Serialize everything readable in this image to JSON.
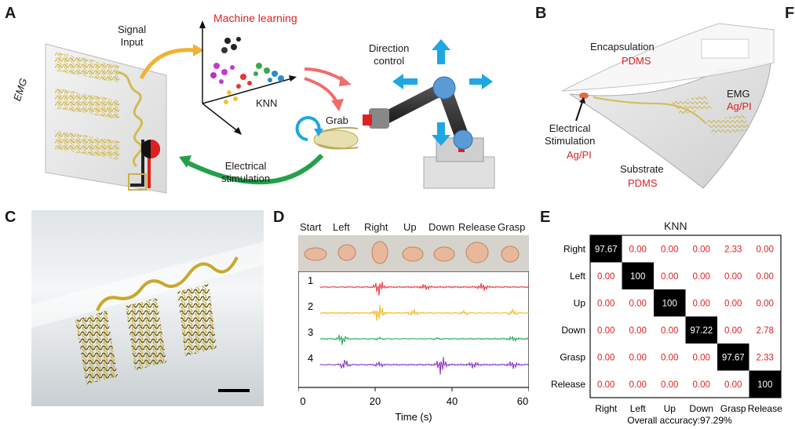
{
  "panels": {
    "a": "A",
    "b": "B",
    "c": "C",
    "d": "D",
    "e": "E",
    "edge": "F"
  },
  "panel_a": {
    "signal_input": "Signal\nInput",
    "machine_learning": "Machine learning",
    "knn": "KNN",
    "emg": "EMG",
    "direction_control": "Direction\ncontrol",
    "grab": "Grab",
    "electrical_stimulation": "Electrical\nstimulation"
  },
  "panel_b": {
    "encapsulation": "Encapsulation",
    "encapsulation_material": "PDMS",
    "emg": "EMG",
    "emg_material": "Ag/PI",
    "electrical_stimulation": "Electrical\nStimulation",
    "stimulation_material": "Ag/PI",
    "substrate": "Substrate",
    "substrate_material": "PDMS"
  },
  "panel_d": {
    "gestures": [
      "Start",
      "Left",
      "Right",
      "Up",
      "Down",
      "Release",
      "Grasp"
    ],
    "channels": [
      {
        "label": "1",
        "color": "#e8323c"
      },
      {
        "label": "2",
        "color": "#f2b81d"
      },
      {
        "label": "3",
        "color": "#1fa84f"
      },
      {
        "label": "4",
        "color": "#8a2cc4"
      }
    ],
    "xlabel": "Time (s)",
    "xticks": [
      "0",
      "20",
      "40",
      "60"
    ]
  },
  "chart_data": {
    "type": "heatmap",
    "title": "KNN",
    "rows": [
      "Right",
      "Left",
      "Up",
      "Down",
      "Grasp",
      "Release"
    ],
    "columns": [
      "Right",
      "Left",
      "Up",
      "Down",
      "Grasp",
      "Release"
    ],
    "values": [
      [
        "97.67",
        "0.00",
        "0.00",
        "0.00",
        "2.33",
        "0.00"
      ],
      [
        "0.00",
        "100",
        "0.00",
        "0.00",
        "0.00",
        "0.00"
      ],
      [
        "0.00",
        "0.00",
        "100",
        "0.00",
        "0.00",
        "0.00"
      ],
      [
        "0.00",
        "0.00",
        "0.00",
        "97.22",
        "0.00",
        "2.78"
      ],
      [
        "0.00",
        "0.00",
        "0.00",
        "0.00",
        "97.67",
        "2.33"
      ],
      [
        "0.00",
        "0.00",
        "0.00",
        "0.00",
        "0.00",
        "100"
      ]
    ],
    "caption": "Overall accuracy:97.29%"
  }
}
